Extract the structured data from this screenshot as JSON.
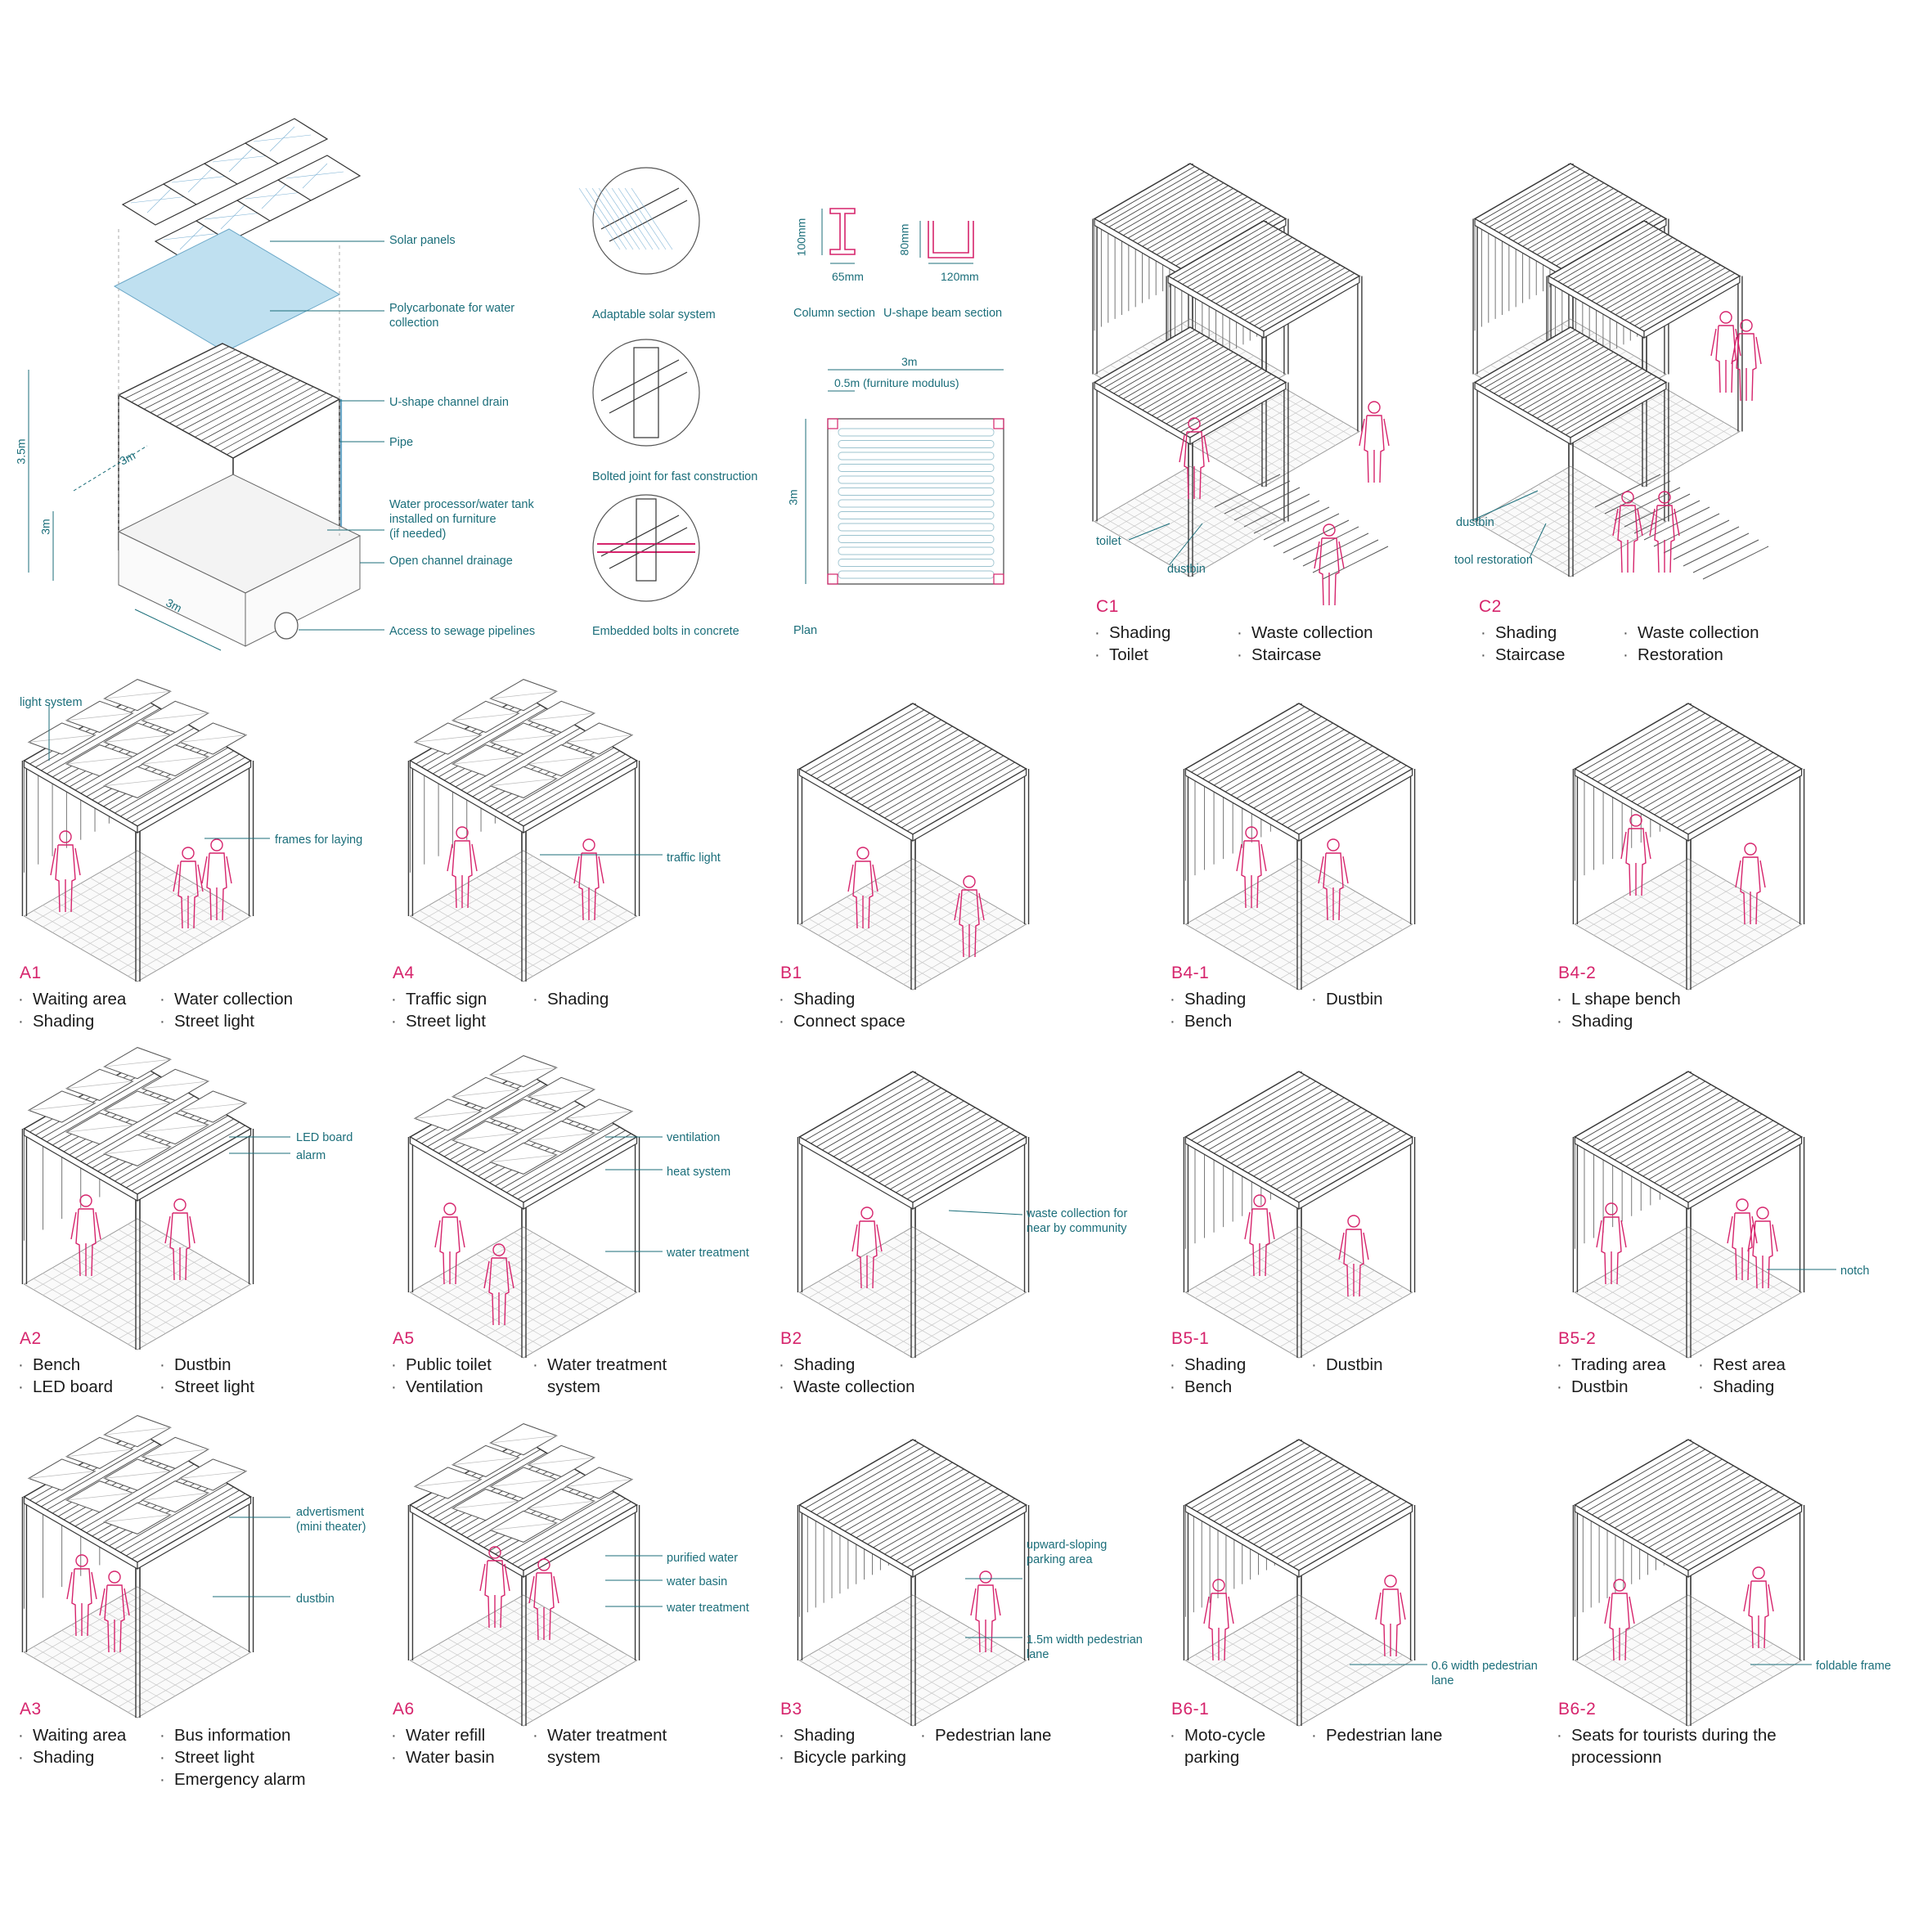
{
  "colors": {
    "teal": "#1b6e7a",
    "magenta": "#d6246c",
    "line": "#3a3a3a",
    "light_blue": "#bfe0f0",
    "grid": "#c9c9c9"
  },
  "detail": {
    "labels": {
      "solar_panels": "Solar panels",
      "polycarbonate": "Polycarbonate for water\ncollection",
      "u_channel_drain": "U-shape channel drain",
      "pipe": "Pipe",
      "water_processor": "Water processor/water tank\ninstalled on furniture\n(if needed)",
      "open_channel": "Open channel drainage",
      "sewage_access": "Access to sewage pipelines",
      "adaptable_solar": "Adaptable solar system",
      "bolted_joint": "Bolted joint for fast construction",
      "embedded_bolts": "Embedded bolts in concrete",
      "column_section": "Column section",
      "u_beam_section": "U-shape beam section",
      "plan": "Plan"
    },
    "dims": {
      "height": "3.5m",
      "depth": "3m",
      "width_top": "3m",
      "width_bottom": "3m",
      "col_h": "100mm",
      "col_w": "65mm",
      "beam_h": "80mm",
      "beam_w": "120mm",
      "plan_w": "3m",
      "plan_mod": "0.5m (furniture modulus)",
      "plan_h": "3m"
    }
  },
  "units": [
    {
      "code": "C1",
      "features": [
        [
          "Shading",
          "Waste collection"
        ],
        [
          "Toilet",
          "Staircase"
        ]
      ],
      "callouts": [
        "toilet",
        "dustbin"
      ]
    },
    {
      "code": "C2",
      "features": [
        [
          "Shading",
          "Waste collection"
        ],
        [
          "Staircase",
          "Restoration"
        ]
      ],
      "callouts": [
        "dustbin",
        "tool restoration"
      ]
    },
    {
      "code": "A1",
      "features": [
        [
          "Waiting area",
          "Water collection"
        ],
        [
          "Shading",
          "Street light"
        ]
      ],
      "callouts": [
        "light system",
        "frames for laying"
      ]
    },
    {
      "code": "A4",
      "features": [
        [
          "Traffic sign",
          "Shading"
        ],
        [
          "Street light",
          ""
        ]
      ],
      "callouts": [
        "traffic light"
      ]
    },
    {
      "code": "B1",
      "features": [
        [
          "Shading"
        ],
        [
          "Connect space"
        ]
      ],
      "callouts": []
    },
    {
      "code": "B4-1",
      "features": [
        [
          "Shading",
          "Dustbin"
        ],
        [
          "Bench",
          ""
        ]
      ],
      "callouts": []
    },
    {
      "code": "B4-2",
      "features": [
        [
          "L shape bench"
        ],
        [
          "Shading"
        ]
      ],
      "callouts": []
    },
    {
      "code": "A2",
      "features": [
        [
          "Bench",
          "Dustbin"
        ],
        [
          "LED board",
          "Street light"
        ]
      ],
      "callouts": [
        "LED board",
        "alarm"
      ]
    },
    {
      "code": "A5",
      "features": [
        [
          "Public toilet",
          "Water  treatment"
        ],
        [
          "Ventilation",
          "+system"
        ]
      ],
      "callouts": [
        "ventilation",
        "heat system",
        "water treatment"
      ]
    },
    {
      "code": "B2",
      "features": [
        [
          "Shading"
        ],
        [
          "Waste collection"
        ]
      ],
      "callouts": [
        "waste  collection  for\nnear by community"
      ]
    },
    {
      "code": "B5-1",
      "features": [
        [
          "Shading",
          "Dustbin"
        ],
        [
          "Bench",
          ""
        ]
      ],
      "callouts": []
    },
    {
      "code": "B5-2",
      "features": [
        [
          "Trading area",
          "Rest area"
        ],
        [
          "Dustbin",
          "Shading"
        ]
      ],
      "callouts": [
        "notch"
      ]
    },
    {
      "code": "A3",
      "features": [
        [
          "Waiting area",
          "Bus information"
        ],
        [
          "Shading",
          "Street light"
        ],
        [
          "",
          "Emergency alarm"
        ]
      ],
      "callouts": [
        "advertisment\n(mini theater)",
        "dustbin"
      ]
    },
    {
      "code": "A6",
      "features": [
        [
          "Water refill",
          "Water treatment"
        ],
        [
          "Water basin",
          "+system"
        ]
      ],
      "callouts": [
        "purified water",
        "water basin",
        "water treatment"
      ]
    },
    {
      "code": "B3",
      "features": [
        [
          "Shading",
          "Pedestrian lane"
        ],
        [
          "Bicycle parking",
          ""
        ]
      ],
      "callouts": [
        "upward-sloping\nparking area",
        "1.5m width pedestrian\nlane"
      ]
    },
    {
      "code": "B6-1",
      "features": [
        [
          "Moto-cycle",
          "Pedestrian lane"
        ],
        [
          "+parking",
          ""
        ]
      ],
      "callouts": [
        "0.6 width pedestrian\nlane"
      ]
    },
    {
      "code": "B6-2",
      "features": [
        [
          "Seats for tourists during the"
        ],
        [
          "+processionn"
        ]
      ],
      "callouts": [
        "foldable frame"
      ]
    }
  ]
}
